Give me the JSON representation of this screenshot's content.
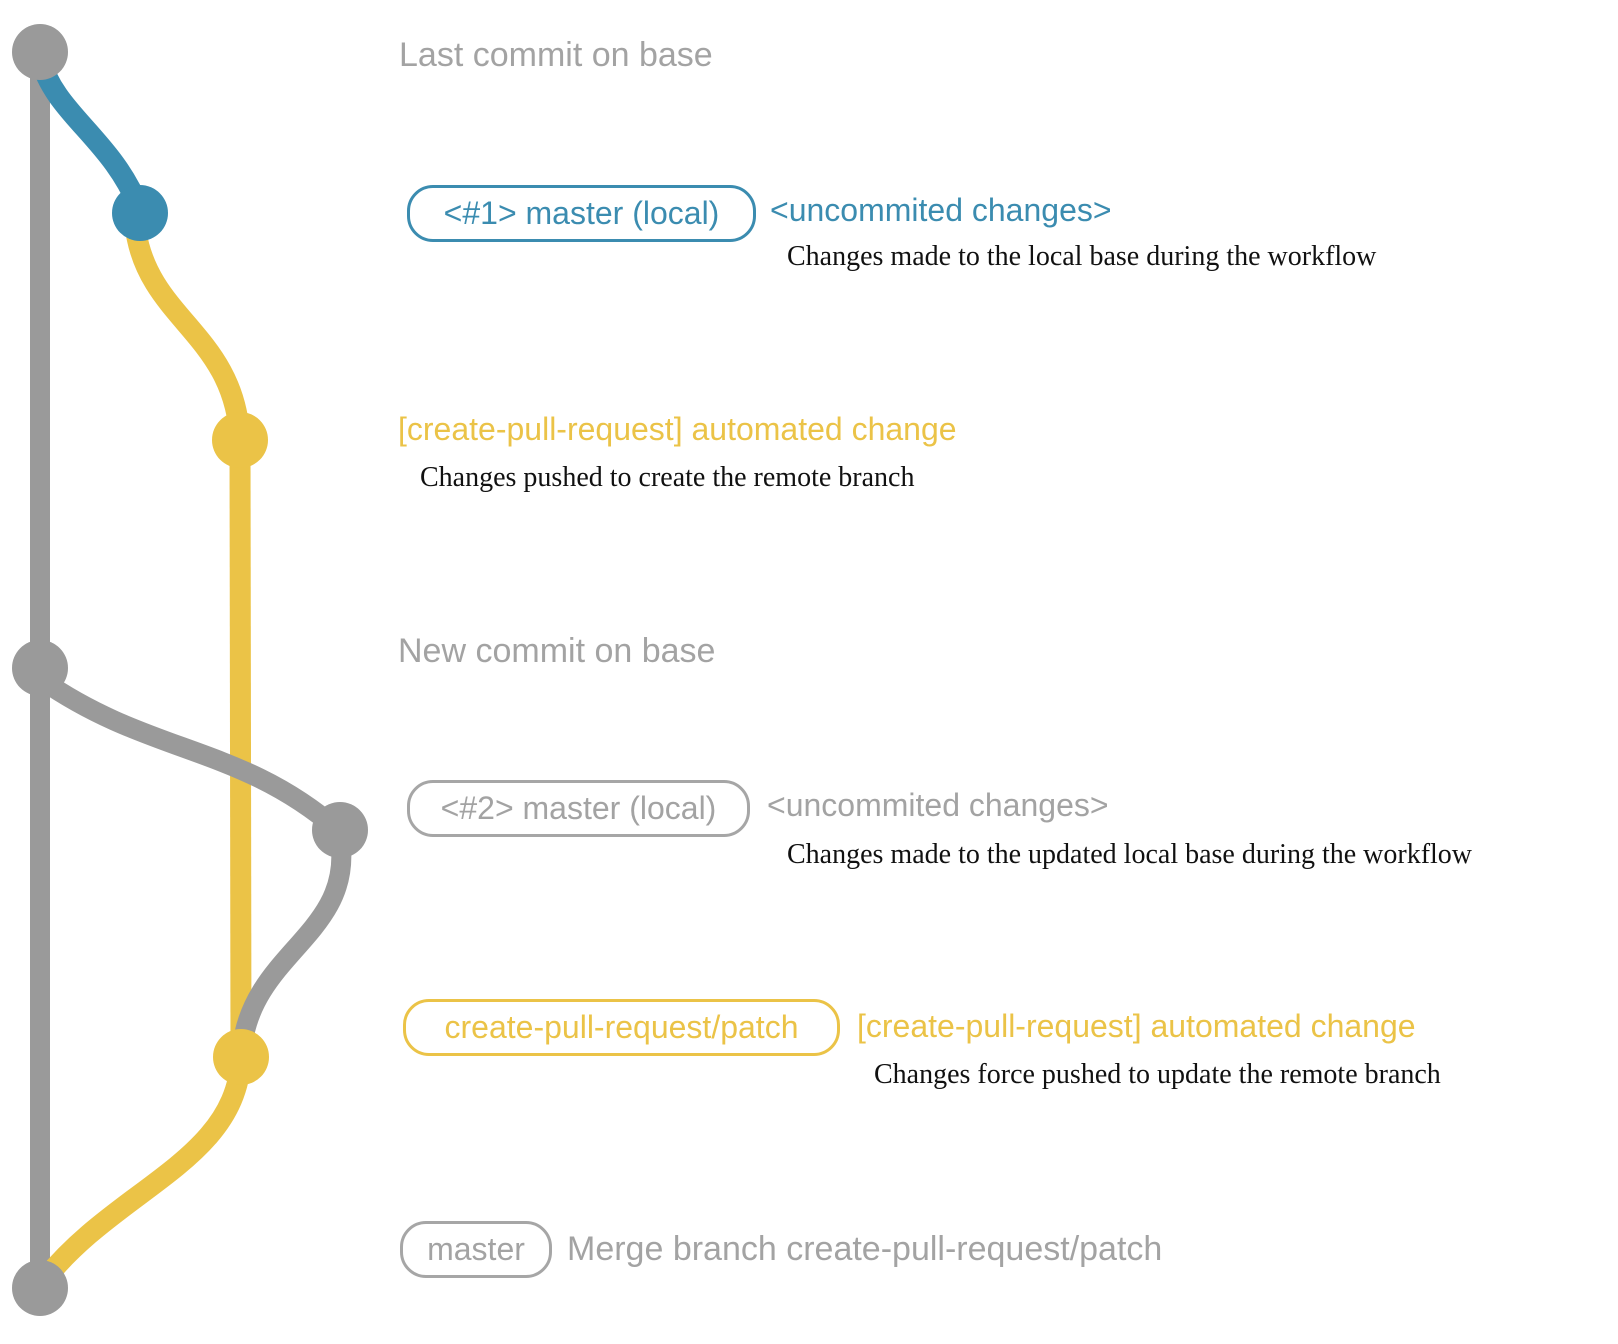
{
  "colors": {
    "blue": "#3b8cb0",
    "yellow": "#ebc347",
    "gray": "#9a9a9a",
    "gray_text": "#a3a3a3",
    "desc_text": "#111111"
  },
  "graph": {
    "nodes": [
      {
        "id": "last-commit-on-base",
        "color_key": "gray"
      },
      {
        "id": "local-commit-1",
        "color_key": "blue"
      },
      {
        "id": "remote-branch-commit-1",
        "color_key": "yellow"
      },
      {
        "id": "new-commit-on-base",
        "color_key": "gray"
      },
      {
        "id": "local-commit-2",
        "color_key": "gray"
      },
      {
        "id": "remote-branch-commit-2",
        "color_key": "yellow"
      },
      {
        "id": "merge-commit",
        "color_key": "gray"
      }
    ]
  },
  "annotations": {
    "last_commit": {
      "label": "Last commit on base"
    },
    "commit1": {
      "badge": "<#1> master (local)",
      "title": "<uncommited changes>",
      "desc": "Changes made to the local base during the workflow"
    },
    "push1": {
      "title": "[create-pull-request] automated change",
      "desc": "Changes pushed to create the remote branch"
    },
    "new_commit": {
      "label": "New commit on base"
    },
    "commit2": {
      "badge": "<#2> master (local)",
      "title": "<uncommited changes>",
      "desc": "Changes made to the updated local base during the workflow"
    },
    "push2": {
      "badge": "create-pull-request/patch",
      "title": "[create-pull-request] automated change",
      "desc": "Changes force pushed to update the remote branch"
    },
    "merge": {
      "badge": "master",
      "label": "Merge branch create-pull-request/patch"
    }
  }
}
